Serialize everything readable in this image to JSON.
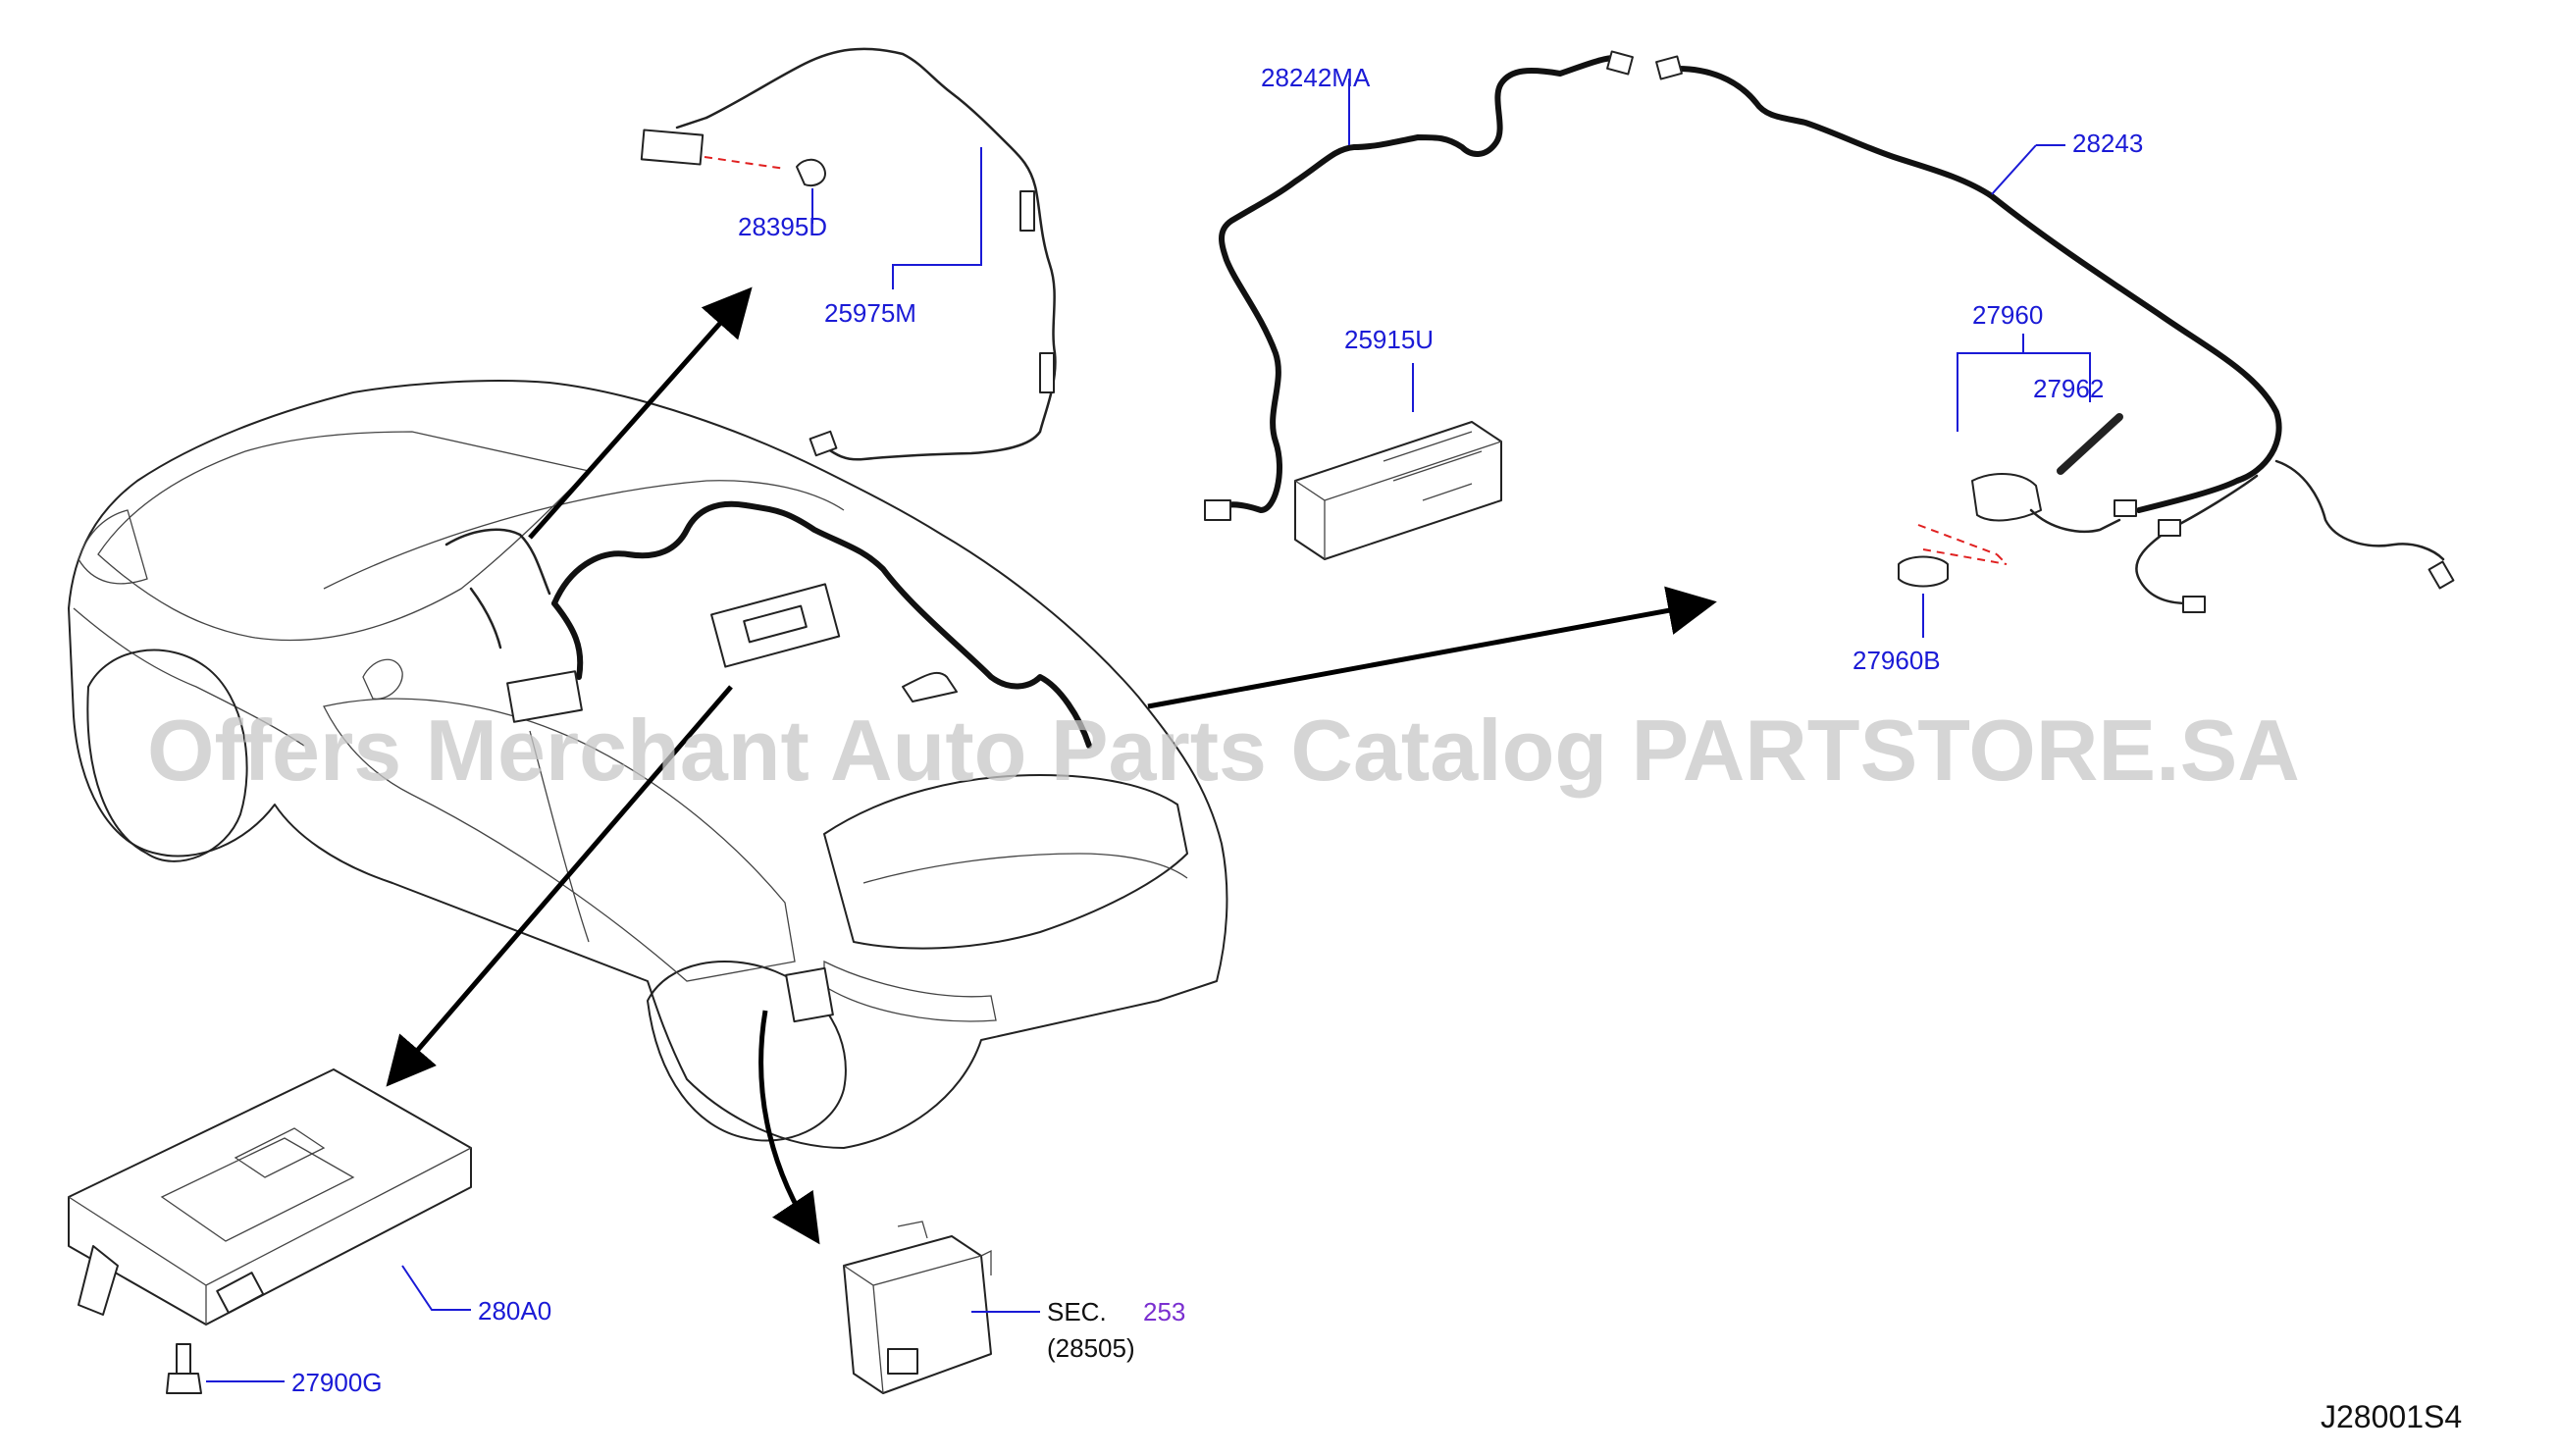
{
  "watermark": "Offers Merchant Auto Parts Catalog PARTSTORE.SA",
  "diagram_code": "J28001S4",
  "callouts": {
    "p28395D": "28395D",
    "p25975M": "25975M",
    "p28242MA": "28242MA",
    "p28243": "28243",
    "p25915U": "25915U",
    "p27960": "27960",
    "p27962": "27962",
    "p27960B": "27960B",
    "p280A0": "280A0",
    "p27900G": "27900G",
    "sec_prefix": "SEC.",
    "sec_number": "253",
    "sec_sub": "(28505)"
  },
  "colors": {
    "callout_blue": "#1a1ad6",
    "section_purple": "#7a2fd0",
    "clip_red": "#e02020"
  }
}
